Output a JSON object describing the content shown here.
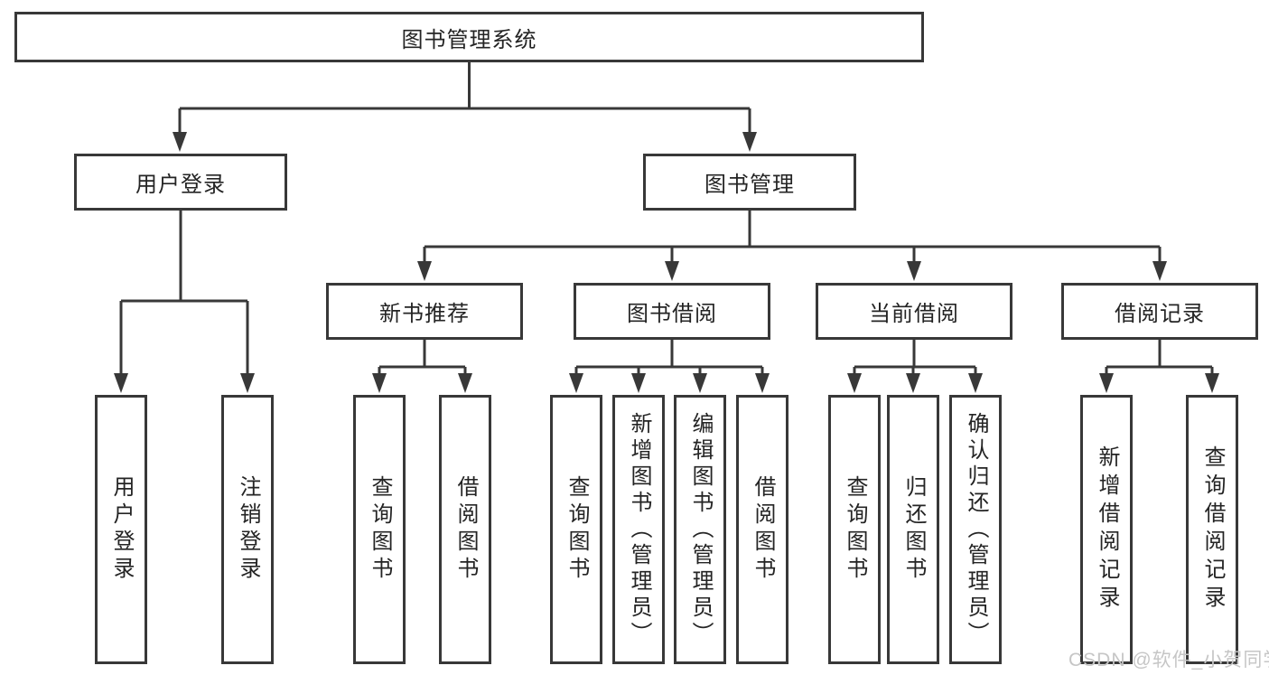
{
  "tree": {
    "label": "图书管理系统",
    "children": [
      {
        "label": "用户登录",
        "children": [
          {
            "label": "用户登录"
          },
          {
            "label": "注销登录"
          }
        ]
      },
      {
        "label": "图书管理",
        "children": [
          {
            "label": "新书推荐",
            "children": [
              {
                "label": "查询图书"
              },
              {
                "label": "借阅图书"
              }
            ]
          },
          {
            "label": "图书借阅",
            "children": [
              {
                "label": "查询图书"
              },
              {
                "label": "新增图书（管理员）"
              },
              {
                "label": "编辑图书（管理员）"
              },
              {
                "label": "借阅图书"
              }
            ]
          },
          {
            "label": "当前借阅",
            "children": [
              {
                "label": "查询图书"
              },
              {
                "label": "归还图书"
              },
              {
                "label": "确认归还（管理员）"
              }
            ]
          },
          {
            "label": "借阅记录",
            "children": [
              {
                "label": "新增借阅记录"
              },
              {
                "label": "查询借阅记录"
              }
            ]
          }
        ]
      }
    ]
  },
  "watermark": {
    "text": "CSDN @软件_小贺同学"
  },
  "colors": {
    "line": "#383838",
    "box_border": "#383838",
    "box_fill": "#ffffff",
    "text": "#242424",
    "background": "#ffffff",
    "watermark": "#c6c6c6"
  }
}
